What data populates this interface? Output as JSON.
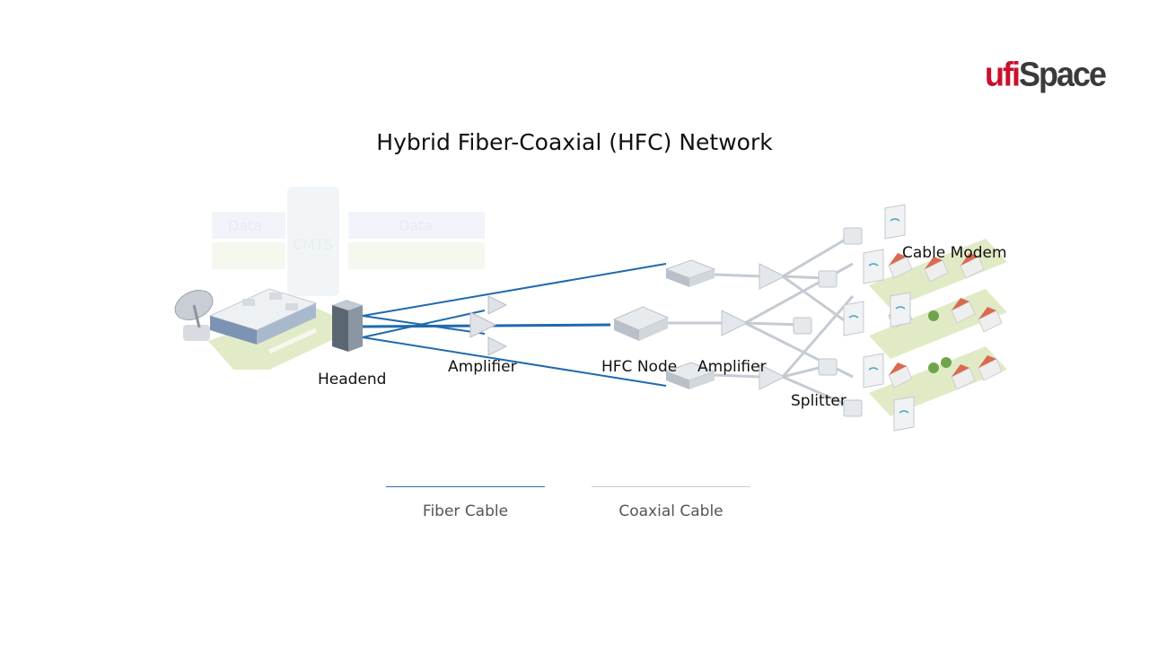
{
  "brand": {
    "logo_part1": "ufi",
    "logo_part2": "Space"
  },
  "title": "Hybrid Fiber-Coaxial (HFC) Network",
  "labels": {
    "headend": "Headend",
    "amplifier_fiber": "Amplifier",
    "hfc_node": "HFC Node",
    "amplifier_coax": "Amplifier",
    "splitter": "Splitter",
    "cable_modem": "Cable Modem"
  },
  "faded": {
    "data_left": "Data",
    "cmts": "CMTS",
    "data_right": "Data"
  },
  "legend": {
    "fiber": {
      "label": "Fiber Cable",
      "color": "#2a6fb0"
    },
    "coax": {
      "label": "Coaxial Cable",
      "color": "#c9ced3"
    }
  },
  "colors": {
    "fiber": "#1f6aad",
    "coax": "#c5cbd2",
    "ground": "#dfe8c4",
    "roof": "#d96a50",
    "brand_red": "#c8102e"
  }
}
